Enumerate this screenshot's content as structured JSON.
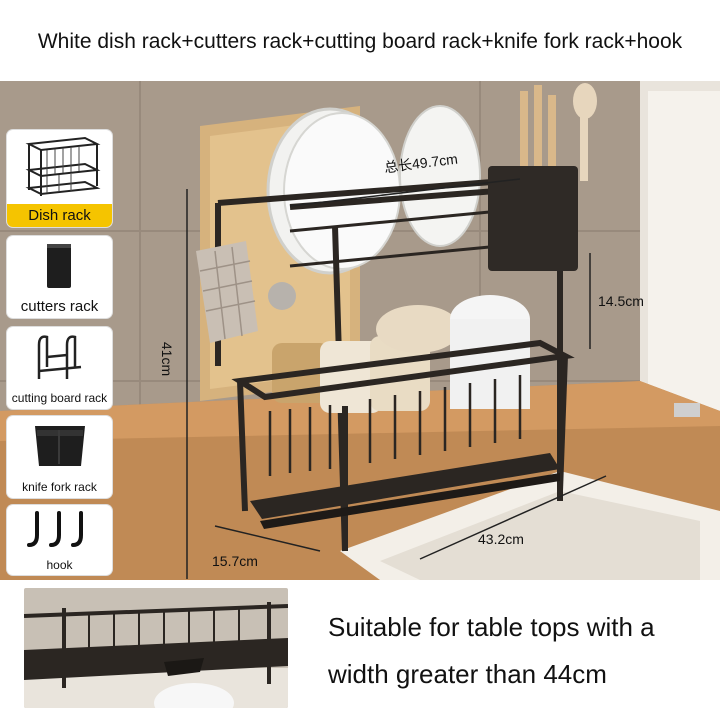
{
  "title": "White dish rack+cutters rack+cutting board rack+knife fork rack+hook",
  "components": [
    {
      "label": "Dish rack",
      "icon": "dish-rack-icon"
    },
    {
      "label": "cutters rack",
      "icon": "cutters-rack-icon"
    },
    {
      "label": "cutting board rack",
      "icon": "cutting-board-rack-icon"
    },
    {
      "label": "knife fork rack",
      "icon": "knife-fork-rack-icon"
    },
    {
      "label": "hook",
      "icon": "hook-icon"
    }
  ],
  "dimensions": {
    "total_length": "总长49.7cm",
    "upper_height": "14.5cm",
    "height": "41cm",
    "depth": "15.7cm",
    "base_length": "43.2cm"
  },
  "caption": "Suitable for table tops with a width greater than 44cm",
  "colors": {
    "label_highlight": "#f5c400",
    "rack": "#2b2622"
  }
}
